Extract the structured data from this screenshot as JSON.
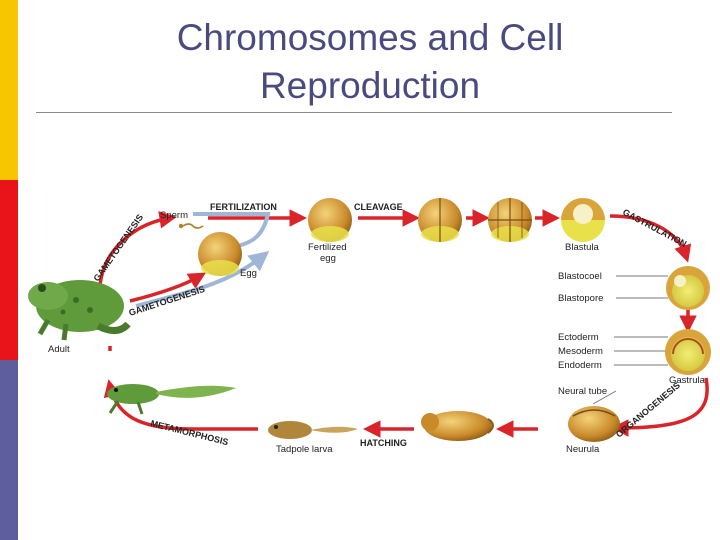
{
  "slide": {
    "title_line1": "Chromosomes and Cell",
    "title_line2": "Reproduction"
  },
  "diagram": {
    "stages": {
      "fertilization": "FERTILIZATION",
      "cleavage": "CLEAVAGE",
      "gastrulation": "GASTRULATION",
      "organogenesis": "ORGANOGENESIS",
      "hatching": "HATCHING",
      "metamorphosis": "METAMORPHOSIS",
      "gametogenesis_top": "GAMETOGENESIS",
      "gametogenesis_bottom": "GAMETOGENESIS"
    },
    "labels": {
      "sperm": "Sperm",
      "egg": "Egg",
      "fertilized": "Fertilized",
      "egg2": "egg",
      "adult": "Adult",
      "blastula": "Blastula",
      "blastocoel": "Blastocoel",
      "blastopore": "Blastopore",
      "ectoderm": "Ectoderm",
      "mesoderm": "Mesoderm",
      "endoderm": "Endoderm",
      "gastrula": "Gastrula",
      "neural_tube": "Neural tube",
      "neurula": "Neurula",
      "tadpole": "Tadpole larva"
    },
    "colors": {
      "arrow": "#d9252a",
      "embryo": "#d9a53a",
      "yolk": "#e9e14a",
      "frog": "#5f9b3b",
      "gametogenesis_path": "#9fb6d6"
    }
  }
}
